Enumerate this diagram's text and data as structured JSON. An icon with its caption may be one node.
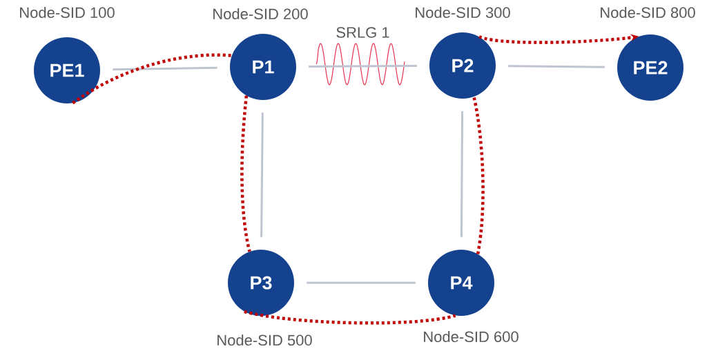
{
  "diagram": {
    "nodes": [
      {
        "text": [
          "PE1"
        ],
        "beside": [
          "Node-SID 100"
        ]
      },
      {
        "text": [
          "P1"
        ],
        "beside": [
          "Node-SID 200"
        ]
      },
      {
        "text": [
          "P2"
        ],
        "beside": [
          "Node-SID 300"
        ]
      },
      {
        "text": [
          "PE2"
        ],
        "beside": [
          "Node-SID 800"
        ]
      },
      {
        "text": [
          "P3"
        ],
        "beside": [
          "Node-SID 500"
        ]
      },
      {
        "text": [
          "P4"
        ],
        "beside": [
          "Node-SID 600"
        ]
      }
    ],
    "edges": [
      {
        "from": 0,
        "to": 1,
        "arrow": "none"
      },
      {
        "from": 1,
        "to": 2,
        "arrow": "none",
        "label": "SRLG 1"
      },
      {
        "from": 2,
        "to": 3,
        "arrow": "none"
      },
      {
        "from": 1,
        "to": 4,
        "arrow": "none"
      },
      {
        "from": 2,
        "to": 5,
        "arrow": "none"
      },
      {
        "from": 4,
        "to": 5,
        "arrow": "none"
      },
      {
        "from": 0,
        "to": 1,
        "arrow": "none",
        "style": "dashed",
        "color": "#c00000"
      },
      {
        "from": 1,
        "to": 4,
        "arrow": "none",
        "style": "dashed",
        "color": "#c00000"
      },
      {
        "from": 4,
        "to": 5,
        "arrow": "none",
        "style": "dashed",
        "color": "#c00000"
      },
      {
        "from": 5,
        "to": 2,
        "arrow": "none",
        "style": "dashed",
        "color": "#c00000"
      },
      {
        "from": 2,
        "to": 3,
        "arrow": "to",
        "style": "dashed",
        "color": "#c00000"
      }
    ]
  }
}
